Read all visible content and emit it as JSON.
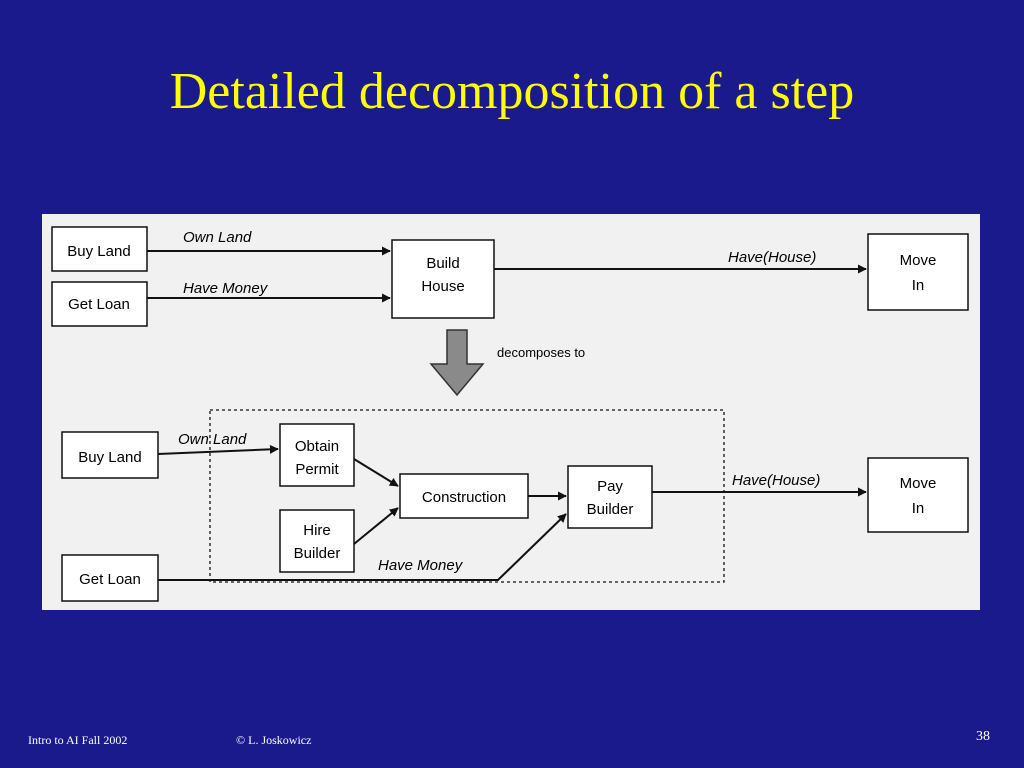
{
  "slide": {
    "title": "Detailed decomposition of a step",
    "footer_course": "Intro to AI  Fall 2002",
    "footer_author": "© L. Joskowicz",
    "page_number": "38"
  },
  "diagram": {
    "top": {
      "buy_land": "Buy Land",
      "get_loan": "Get Loan",
      "build_house": [
        "Build",
        "House"
      ],
      "move_in": [
        "Move",
        "In"
      ],
      "own_land": "Own Land",
      "have_money": "Have Money",
      "have_house": "Have(House)"
    },
    "decomposes_to": "decomposes to",
    "bottom": {
      "buy_land": "Buy Land",
      "get_loan": "Get Loan",
      "obtain_permit": [
        "Obtain",
        "Permit"
      ],
      "hire_builder": [
        "Hire",
        "Builder"
      ],
      "construction": "Construction",
      "pay_builder": [
        "Pay",
        "Builder"
      ],
      "move_in": [
        "Move",
        "In"
      ],
      "own_land": "Own Land",
      "have_money": "Have Money",
      "have_house": "Have(House)"
    },
    "colors": {
      "background": "#1a1a8c",
      "title": "#ffff00",
      "figure_bg": "#f1f1f1",
      "ink": "#111111",
      "big_arrow": "#8a8a8a"
    }
  }
}
